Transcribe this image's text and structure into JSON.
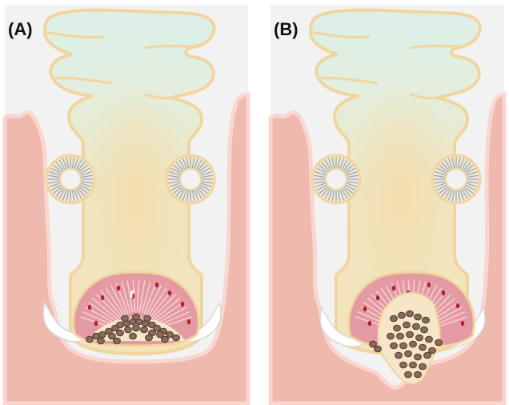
{
  "panels": [
    {
      "label": "(A)",
      "mark": "r"
    },
    {
      "label": "(B)",
      "mark": ""
    }
  ],
  "colors": {
    "tissue": "#efb9ae",
    "tissue_rim": "#f9d6cf",
    "lumen": "#f2f2f2",
    "cell_top": "#daeee6",
    "cell_mid": "#f4e4bc",
    "cell_outline": "#f1d59e",
    "gland_fill": "#f5e6c8",
    "gland_rays": "#8aa6c8",
    "receptacle": "#e49aa3",
    "receptacle_dots": "#b0202e",
    "granule": "#8a6a5a",
    "granule_edge": "#4f3a30",
    "hook": "#ffffff"
  }
}
